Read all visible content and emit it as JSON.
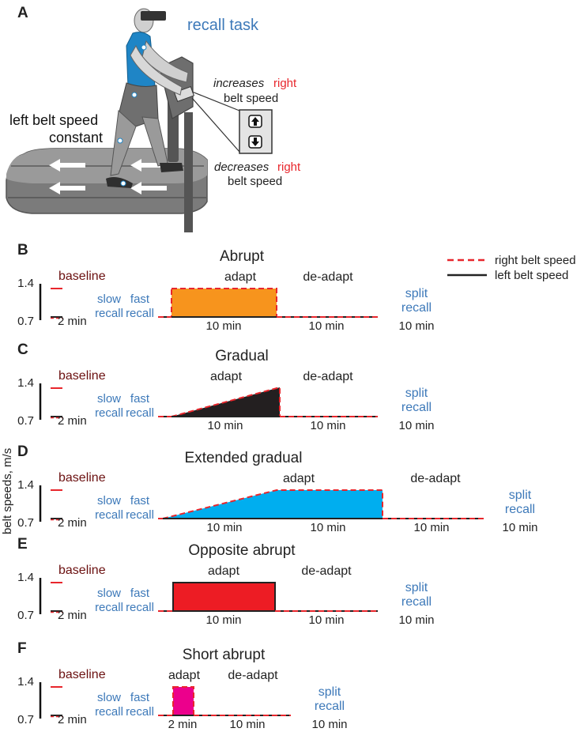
{
  "panel_a": {
    "letter": "A",
    "title": "recall task",
    "left_note_line1": "left belt speed",
    "left_note_line2": "constant",
    "increases_word": "increases",
    "right_word": "right",
    "belt_speed": "belt speed",
    "decreases_word": "decreases",
    "up_arrow_icon": "up-arrow-icon",
    "down_arrow_icon": "down-arrow-icon"
  },
  "legend": {
    "right": "right belt speed",
    "left": "left belt speed",
    "right_color": "#e8262c",
    "left_color": "#222222"
  },
  "y_axis_label": "belt speeds, m/s",
  "colors": {
    "blue_text": "#3d79b9",
    "dark_red_text": "#6b1010"
  },
  "panels": [
    {
      "letter": "B",
      "title": "Abrupt",
      "y_ticks": [
        "1.4",
        "0.7"
      ],
      "baseline": "baseline",
      "first_dur": "2 min",
      "slow": "slow",
      "fast": "fast",
      "recall": "recall",
      "adapt": "adapt",
      "deadapt": "de-adapt",
      "split": "split",
      "split_recall": "recall",
      "split_dur": "10 min",
      "segment_durs": [
        "10 min",
        "10 min"
      ],
      "fill": "#f7941d"
    },
    {
      "letter": "C",
      "title": "Gradual",
      "y_ticks": [
        "1.4",
        "0.7"
      ],
      "baseline": "baseline",
      "first_dur": "2 min",
      "slow": "slow",
      "fast": "fast",
      "recall": "recall",
      "adapt": "adapt",
      "deadapt": "de-adapt",
      "split": "split",
      "split_recall": "recall",
      "split_dur": "10 min",
      "segment_durs": [
        "10 min",
        "10 min"
      ],
      "fill": "#231f20"
    },
    {
      "letter": "D",
      "title": "Extended gradual",
      "y_ticks": [
        "1.4",
        "0.7"
      ],
      "baseline": "baseline",
      "first_dur": "2 min",
      "slow": "slow",
      "fast": "fast",
      "recall": "recall",
      "adapt": "adapt",
      "deadapt": "de-adapt",
      "split": "split",
      "split_recall": "recall",
      "split_dur": "10 min",
      "segment_durs": [
        "10 min",
        "10 min",
        "10 min"
      ],
      "fill": "#00aeef"
    },
    {
      "letter": "E",
      "title": "Opposite abrupt",
      "y_ticks": [
        "1.4",
        "0.7"
      ],
      "baseline": "baseline",
      "first_dur": "2 min",
      "slow": "slow",
      "fast": "fast",
      "recall": "recall",
      "adapt": "adapt",
      "deadapt": "de-adapt",
      "split": "split",
      "split_recall": "recall",
      "split_dur": "10 min",
      "segment_durs": [
        "10 min",
        "10 min"
      ],
      "fill": "#ed1c24"
    },
    {
      "letter": "F",
      "title": "Short abrupt",
      "y_ticks": [
        "1.4",
        "0.7"
      ],
      "baseline": "baseline",
      "first_dur": "2 min",
      "slow": "slow",
      "fast": "fast",
      "recall": "recall",
      "adapt": "adapt",
      "deadapt": "de-adapt",
      "split": "split",
      "split_recall": "recall",
      "split_dur": "10 min",
      "segment_durs": [
        "2 min",
        "10 min"
      ],
      "fill": "#ec008c"
    }
  ]
}
